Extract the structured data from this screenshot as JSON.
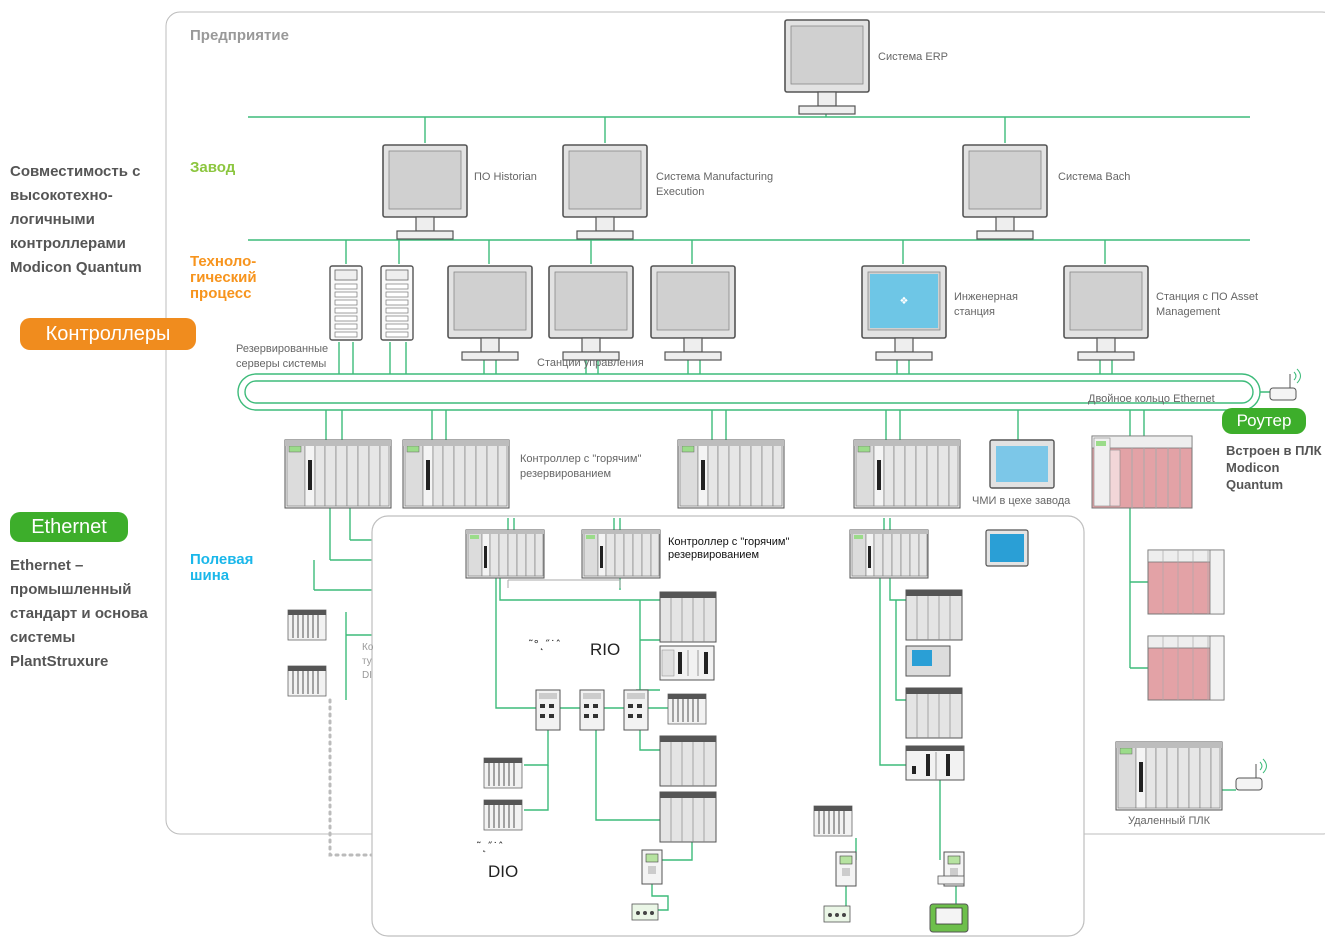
{
  "sidebar": {
    "compat_text": "Совместимость с высокотехно-логичными контроллерами Modicon Quantum",
    "controllers_badge": "Контроллеры",
    "ethernet_badge": "Ethernet",
    "ethernet_text": "Ethernet – промышленный стандарт и основа системы PlantStruxure"
  },
  "levels": {
    "enterprise": "Предприятие",
    "plant": "Завод",
    "process": "Техноло-гический процесс",
    "fieldbus": "Полевая шина"
  },
  "labels": {
    "erp": "Система ERP",
    "historian": "ПО Historian",
    "mes": "Система Manufacturing Execution",
    "batch": "Система Bach",
    "servers": "Резервированные серверы системы",
    "control_stations": "Станции управления",
    "engineering": "Инженерная станция",
    "asset": "Станция с ПО Asset Management",
    "dual_ring": "Двойное кольцо Ethernet",
    "router_badge": "Роутер",
    "router_text": "Встроен в ПЛК Modicon Quantum",
    "hot_standby": "Контроллер с \"горячим\" резервированием",
    "hmi": "ЧМИ в цехе завода",
    "hot_standby_inset": "Контроллер с \"горячим\" резервированием",
    "rio": "RIO",
    "rio_garbled": "˜°˛˝˙ˆ",
    "dio": "DIO",
    "dio_garbled": "˜˛˝˙ˆ",
    "remote_plc": "Удаленный ПЛК",
    "partial_ko": "Ко",
    "partial_tu": "ту",
    "partial_di": "DI"
  },
  "colors": {
    "green_line": "#3dbb7a",
    "badge_orange": "#f08c1e",
    "badge_green": "#3dae2b",
    "level_green": "#8cc63f",
    "level_orange": "#f7941d",
    "level_cyan": "#1ab7ea",
    "plc_red": "#e3a2a6"
  },
  "icons": [
    "monitor-icon",
    "server-icon",
    "plc-rack-icon",
    "router-icon",
    "hmi-panel-icon",
    "io-module-icon"
  ]
}
